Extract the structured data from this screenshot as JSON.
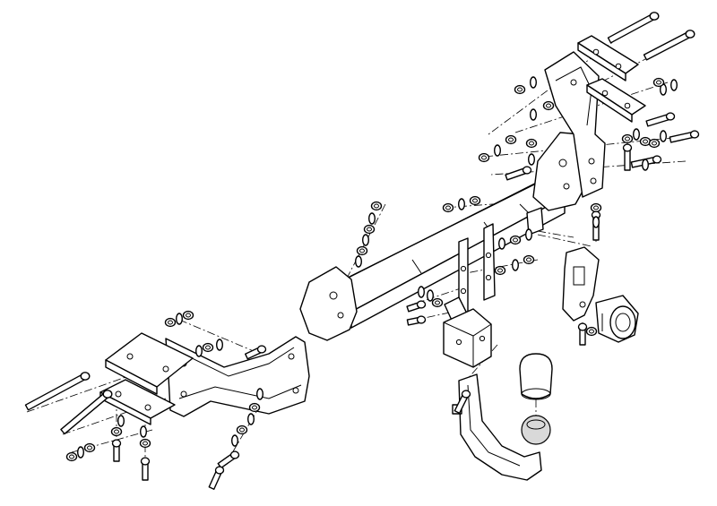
{
  "colors": {
    "ink": "#000000",
    "paper": "#ffffff",
    "shade": "#d9d9d9"
  },
  "parts": [
    "crossbar-beam",
    "left-side-bracket",
    "right-side-bracket",
    "tow-ball-neck",
    "tow-ball-cover",
    "socket-plate",
    "electrical-socket"
  ]
}
